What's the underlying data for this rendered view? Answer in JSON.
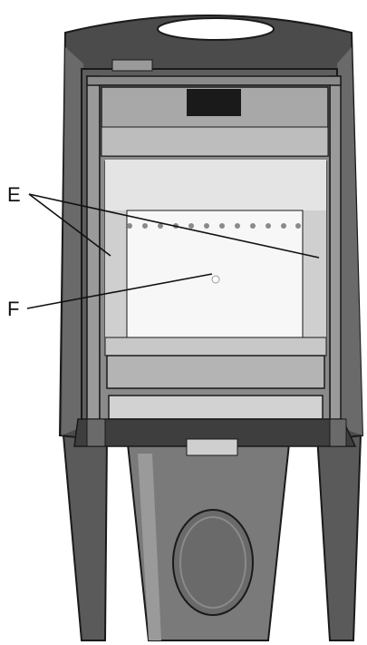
{
  "callouts": [
    {
      "id": "E",
      "label": "E",
      "target": "side-liner-panels"
    },
    {
      "id": "F",
      "label": "F",
      "target": "back-liner-panel"
    }
  ],
  "colors": {
    "body_dark": "#4b4b4b",
    "body_mid": "#6a6a6a",
    "body_light": "#9a9a9a",
    "interior_light": "#f2f2f2",
    "liner_side": "#e1e1e1",
    "outline": "#1a1a1a",
    "leader_line": "#111111"
  }
}
